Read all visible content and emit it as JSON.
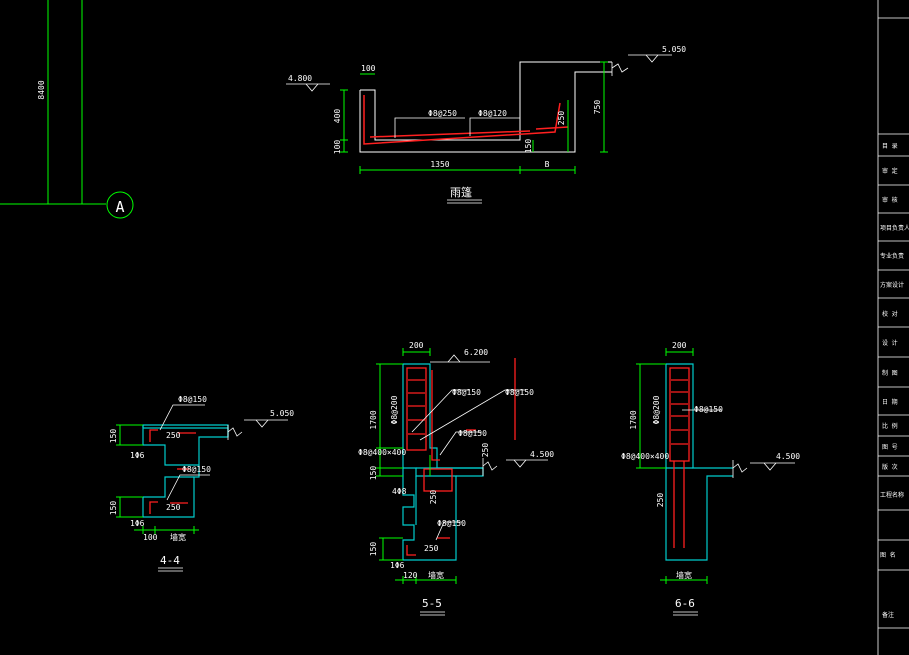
{
  "colors": {
    "background": "#000000",
    "concrete": "#00cccc",
    "rebar": "#ff2020",
    "dimension": "#00ff00",
    "text": "#ffffff",
    "frame": "#ffffff"
  },
  "axis": {
    "bubble_label": "A",
    "dim_label": "8400"
  },
  "gutter": {
    "title": "雨篷",
    "elev_left": "4.800",
    "elev_right": "5.050",
    "dims": [
      "100",
      "400",
      "100",
      "1350",
      "B",
      "750",
      "250",
      "150"
    ],
    "rebar_labels": [
      "Φ8@250",
      "Φ8@120"
    ]
  },
  "section_44": {
    "title": "4-4",
    "elev": "5.050",
    "rebar_labels": [
      "Φ8@150",
      "Φ8@150"
    ],
    "dims": [
      "150",
      "250",
      "1Φ6",
      "150",
      "250",
      "1Φ6",
      "100",
      "墙宽"
    ]
  },
  "section_55": {
    "title": "5-5",
    "elev_top": "6.200",
    "elev_mid": "4.500",
    "rebar_labels": [
      "Φ8@150",
      "Φ8@150",
      "Φ8@150",
      "Φ8@150",
      "Φ8@200",
      "Φ8@400×400"
    ],
    "dims": [
      "200",
      "1700",
      "250",
      "150",
      "4Φ8",
      "250",
      "150",
      "250",
      "1Φ6",
      "120",
      "墙宽"
    ]
  },
  "section_66": {
    "title": "6-6",
    "elev": "4.500",
    "rebar_labels": [
      "Φ8@200",
      "Φ8@150",
      "Φ8@400×400"
    ],
    "dims": [
      "200",
      "1700",
      "250",
      "墙宽"
    ]
  },
  "title_block": {
    "rows": [
      "目 录",
      "审 定",
      "审 核",
      "项目负责人",
      "专业负责",
      "方案设计",
      "校 对",
      "设 计",
      "制 图",
      "日 期",
      "比 例",
      "图 号",
      "版 次",
      "工程名称",
      "图 名",
      "备注"
    ]
  }
}
